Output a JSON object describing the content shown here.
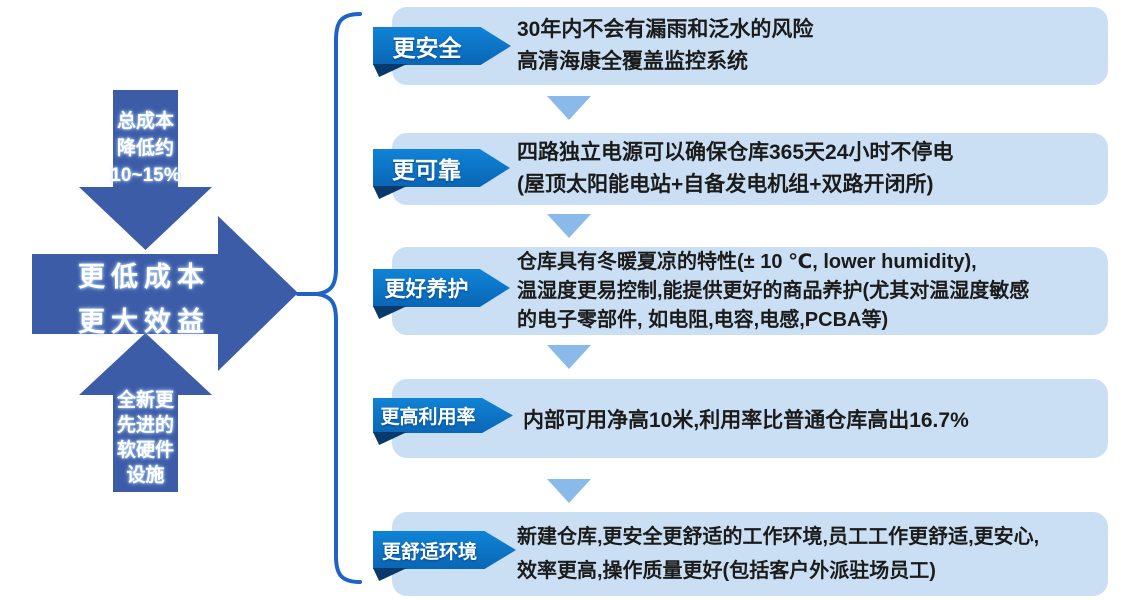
{
  "left": {
    "down_arrow": {
      "lines": [
        "总成本",
        "降低约",
        "10~15%"
      ]
    },
    "main_arrow": {
      "lines": [
        "更低成本",
        "更大效益"
      ]
    },
    "up_arrow": {
      "lines": [
        "全新更",
        "先进的",
        "软硬件",
        "设施"
      ]
    }
  },
  "rows": [
    {
      "label": "更安全",
      "lines": [
        "30年内不会有漏雨和泛水的风险",
        "高清海康全覆盖监控系统"
      ]
    },
    {
      "label": "更可靠",
      "lines": [
        "四路独立电源可以确保仓库365天24小时不停电",
        "(屋顶太阳能电站+自备发电机组+双路开闭所)"
      ]
    },
    {
      "label": "更好养护",
      "lines": [
        "仓库具有冬暖夏凉的特性(± 10 ℃, lower humidity),",
        "温湿度更易控制,能提供更好的商品养护(尤其对温湿度敏感",
        "的电子零部件, 如电阻,电容,电感,PCBA等)"
      ]
    },
    {
      "label": "更高利用率",
      "lines": [
        "内部可用净高10米,利用率比普通仓库高出16.7%"
      ]
    },
    {
      "label": "更舒适环境",
      "lines": [
        "新建仓库,更安全更舒适的工作环境,员工工作更舒适,更安心,",
        "效率更高,操作质量更好(包括客户外派驻场员工)"
      ]
    }
  ],
  "colors": {
    "arrow_blue": "#3C5CA8",
    "banner_blue_top": "#1083D6",
    "banner_blue_bottom": "#0A66B6",
    "banner_fold_navy": "#0A3A6B",
    "box_light_blue": "#CADFF3",
    "separator_blue": "#8ABAE9",
    "brace_blue": "#1E63C5",
    "text_dark": "#1B1B1B",
    "text_white": "#FFFFFF"
  }
}
